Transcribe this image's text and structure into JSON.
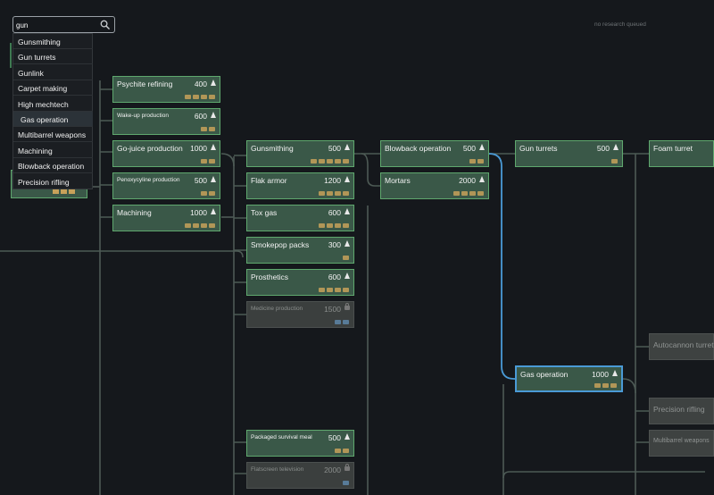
{
  "colors": {
    "background": "#15181c",
    "node_fill": "#3a5848",
    "node_border": "#5fa86e",
    "locked_fill": "#3b3f3e",
    "selected_border": "#4a9ad6",
    "line": "#4d5a55"
  },
  "status": {
    "text": "no research queued"
  },
  "search": {
    "value": "gun",
    "icon": "search-icon"
  },
  "dropdown": {
    "options": [
      "Gunsmithing",
      "Gun turrets",
      "Gunlink",
      "Carpet making",
      "High mechtech",
      "Gas operation",
      "Multibarrel weapons",
      "Machining",
      "Blowback operation",
      "Precision rifling"
    ],
    "highlighted": "Gas operation"
  },
  "nodes": {
    "psychite_refining": {
      "label": "Psychite refining",
      "cost": "400"
    },
    "wake_up": {
      "label": "Wake-up production",
      "cost": "600"
    },
    "go_juice": {
      "label": "Go-juice production",
      "cost": "1000"
    },
    "penoxycyline": {
      "label": "Penoxycyline production",
      "cost": "500"
    },
    "machining": {
      "label": "Machining",
      "cost": "1000"
    },
    "gunsmithing": {
      "label": "Gunsmithing",
      "cost": "500"
    },
    "flak_armor": {
      "label": "Flak armor",
      "cost": "1200"
    },
    "tox_gas": {
      "label": "Tox gas",
      "cost": "600"
    },
    "smokepop": {
      "label": "Smokepop packs",
      "cost": "300"
    },
    "prosthetics": {
      "label": "Prosthetics",
      "cost": "600"
    },
    "medicine": {
      "label": "Medicine production",
      "cost": "1500"
    },
    "survival_meal": {
      "label": "Packaged survival meal",
      "cost": "500"
    },
    "flatscreen": {
      "label": "Flatscreen television",
      "cost": "2000"
    },
    "blowback": {
      "label": "Blowback operation",
      "cost": "500"
    },
    "mortars": {
      "label": "Mortars",
      "cost": "2000"
    },
    "gun_turrets": {
      "label": "Gun turrets",
      "cost": "500"
    },
    "gas_operation": {
      "label": "Gas operation",
      "cost": "1000"
    },
    "foam_turret": {
      "label": "Foam turret"
    },
    "autocannon": {
      "label": "Autocannon turret"
    },
    "precision_rifling": {
      "label": "Precision rifling"
    },
    "multibarrel": {
      "label": "Multibarrel weapons"
    }
  }
}
